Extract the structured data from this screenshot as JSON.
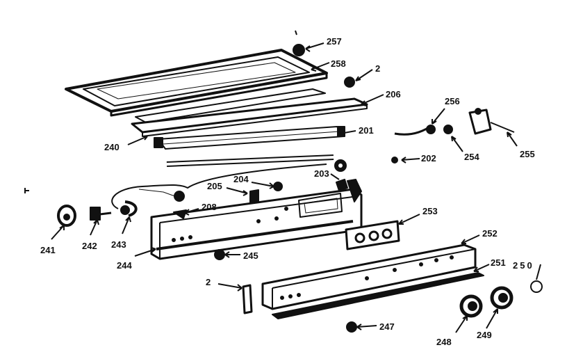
{
  "diagram": {
    "labels": [
      "257",
      "258",
      "2",
      "206",
      "240",
      "201",
      "256",
      "254",
      "255",
      "202",
      "205",
      "204",
      "203",
      "208",
      "253",
      "241",
      "242",
      "243",
      "244",
      "245",
      "252",
      "251",
      "250",
      "2",
      "247",
      "248",
      "249"
    ],
    "ink_color": "#111111",
    "background_color": "#ffffff"
  }
}
